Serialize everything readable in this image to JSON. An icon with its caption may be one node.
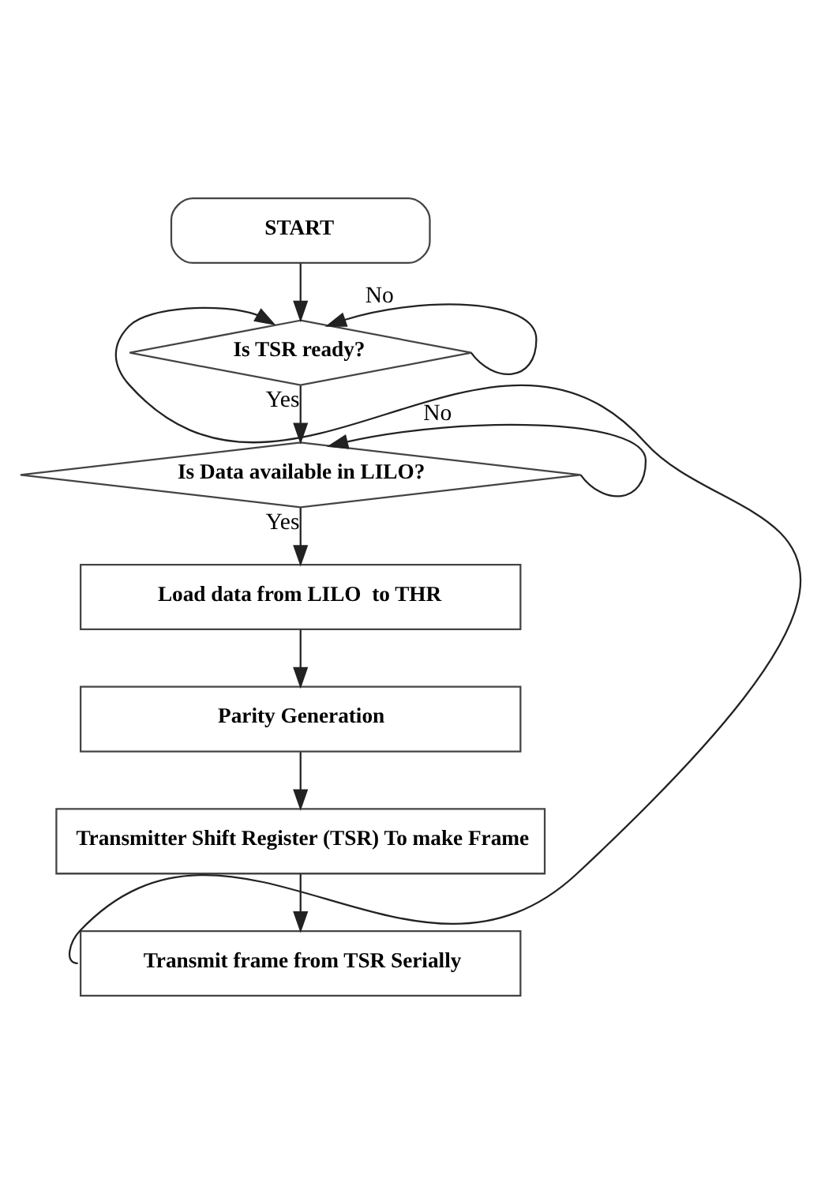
{
  "diagram": {
    "nodes": [
      {
        "text": [
          "START"
        ]
      },
      {
        "text": [
          "Is TSR ready?"
        ]
      },
      {
        "text": [
          "Is Data available in LILO?"
        ]
      },
      {
        "text": [
          "Load data from LILO  to THR"
        ]
      },
      {
        "text": [
          "Parity Generation"
        ]
      },
      {
        "text": [
          "Transmitter Shift Register (TSR) To make Frame"
        ]
      },
      {
        "text": [
          "Transmit frame from TSR Serially"
        ]
      }
    ],
    "edges": [
      {
        "from": 0,
        "to": 1,
        "arrow": "to"
      },
      {
        "from": 1,
        "to": 2,
        "arrow": "to",
        "label": "Yes"
      },
      {
        "from": 1,
        "to": 1,
        "arrow": "to",
        "label": "No"
      },
      {
        "from": 2,
        "to": 3,
        "arrow": "to",
        "label": "Yes"
      },
      {
        "from": 2,
        "to": 2,
        "arrow": "to",
        "label": "No"
      },
      {
        "from": 3,
        "to": 4,
        "arrow": "to"
      },
      {
        "from": 4,
        "to": 5,
        "arrow": "to"
      },
      {
        "from": 5,
        "to": 6,
        "arrow": "to"
      },
      {
        "from": 6,
        "to": 1,
        "arrow": "to"
      }
    ]
  }
}
